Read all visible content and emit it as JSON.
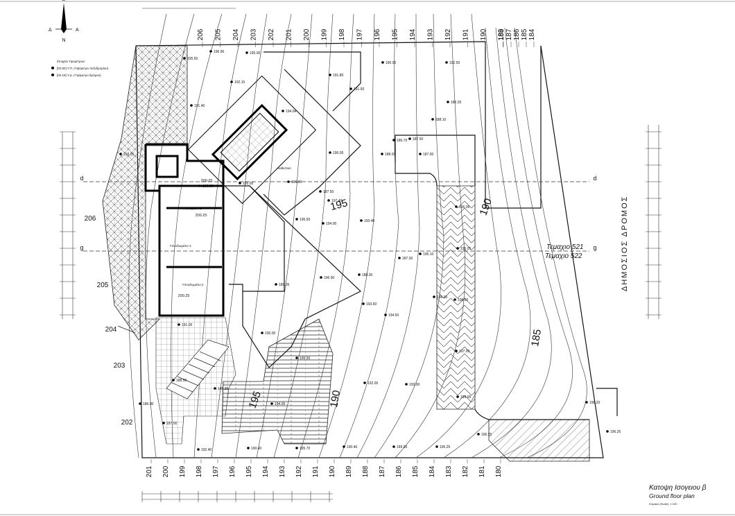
{
  "legend": {
    "items": [
      "Στοιχεία Υψομέτρων",
      "[02.82] Y.Π. (Υψόμετρο πεζοδρομίου)",
      "[02.15] Y.Δ. (Υψόμετρο δρόμου)"
    ]
  },
  "compass": {
    "north": "B",
    "east": "A",
    "west": "Δ",
    "south": "N"
  },
  "parcels": {
    "upper": "Τεμαχιο 521",
    "lower": "Τεμαχιο 522"
  },
  "road_label": "ΔΗΜΟΣΙΟΣ ΔΡΟΜΟΣ",
  "title": {
    "greek": "Κατοψη Ισογειου β",
    "english": "Ground floor plan",
    "scale": "Κλίμακα (Scale): 1:100"
  },
  "contours_top": [
    "206",
    "205",
    "204",
    "203",
    "202",
    "201",
    "200",
    "199",
    "198",
    "197",
    "196",
    "195",
    "194",
    "193",
    "192",
    "191",
    "190",
    "189",
    "188",
    "187",
    "186",
    "185",
    "184"
  ],
  "contours_bottom": [
    "201",
    "200",
    "199",
    "198",
    "197",
    "196",
    "195",
    "194",
    "193",
    "192",
    "191",
    "190",
    "189",
    "188",
    "187",
    "186",
    "185",
    "184",
    "183",
    "182",
    "181",
    "180"
  ],
  "contours_left": [
    "206",
    "205",
    "204",
    "203",
    "202"
  ],
  "contours_interior": [
    "195",
    "190",
    "185",
    "190",
    "195"
  ],
  "section_markers": [
    "d",
    "d",
    "g",
    "g"
  ],
  "spot_levels": [
    "191.50",
    "190.00",
    "192.50",
    "187.50",
    "188.00",
    "187.00",
    "186.25",
    "188.10",
    "190.05",
    "191.80",
    "193.40",
    "193.60",
    "194.50",
    "192.00",
    "193.00",
    "195.10",
    "196.90",
    "198.50",
    "197.00",
    "194.00",
    "196.05",
    "195.05",
    "196.90",
    "194.00",
    "196.50",
    "197.40",
    "196.00",
    "194.04",
    "192.15",
    "196.90",
    "195.00",
    "195.50",
    "191.40",
    "191.00",
    "190.00",
    "195.50",
    "194.05",
    "192.40",
    "190.40",
    "195.70",
    "190.40",
    "189.00",
    "195.25",
    "196.25",
    "196.20",
    "196.25",
    "192.00",
    "186.00",
    "187.00",
    "188.50",
    "186.70",
    "188.00",
    "187.50",
    "187.50",
    "188.30",
    "189.05",
    "190.05",
    "195.00"
  ],
  "room_labels": [
    "Υπνοδωμάτιο 1",
    "Υπνοδωμάτιο 2",
    "Υπνοδωμάτιο 3",
    "Καθιστικό"
  ],
  "room_levels": [
    "200.25",
    "200.25",
    "200.25"
  ]
}
